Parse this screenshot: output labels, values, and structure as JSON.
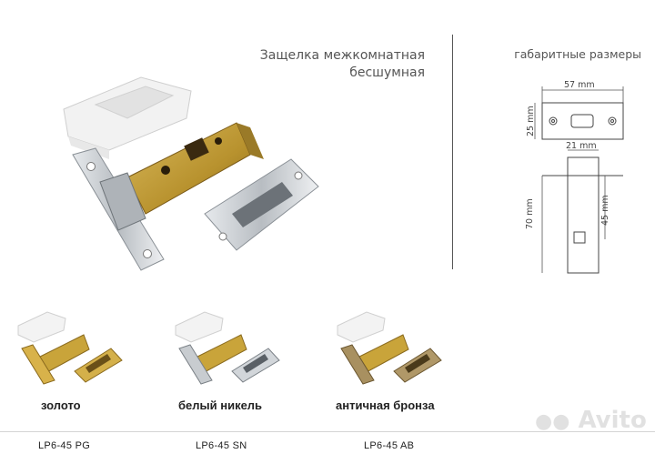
{
  "product": {
    "title_line1": "Защелка межкомнатная",
    "title_line2": "бесшумная"
  },
  "dimensions": {
    "title": "габаритные размеры",
    "faceplate_width": "57 mm",
    "faceplate_height": "25 mm",
    "strike_width": "21 mm",
    "body_length": "70 mm",
    "backset": "45 mm"
  },
  "variants": [
    {
      "caption": "золото",
      "code": "LP6-45 PG",
      "color": "#c9a43a"
    },
    {
      "caption": "белый никель",
      "code": "LP6-45 SN",
      "color": "#c8ccd0"
    },
    {
      "caption": "античная бронза",
      "code": "LP6-45 AB",
      "color": "#a89060"
    }
  ],
  "watermark": {
    "text": "Avito"
  },
  "colors": {
    "brass": "#c9a43a",
    "chrome": "#c9cdd1",
    "line": "#555555"
  }
}
